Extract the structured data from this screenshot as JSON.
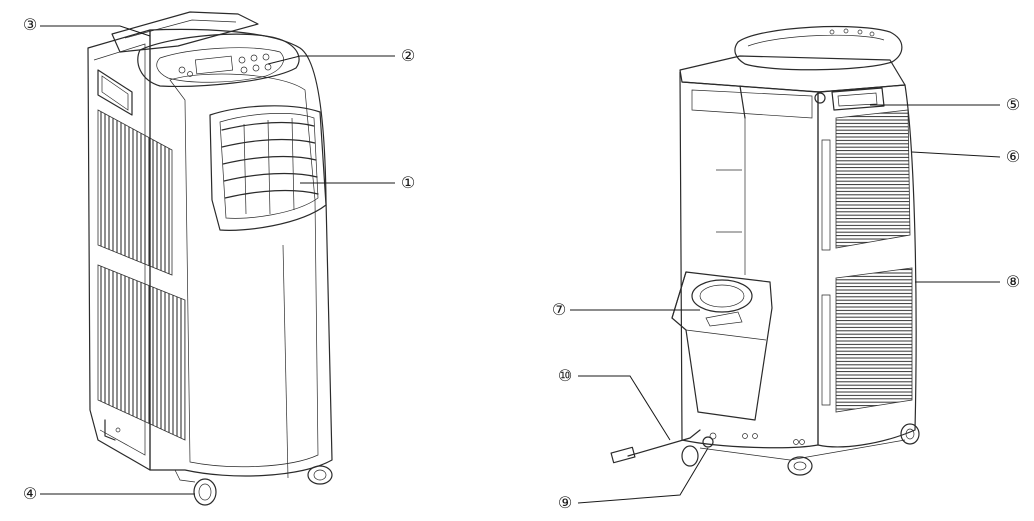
{
  "callouts": [
    {
      "id": "c3",
      "label": "③"
    },
    {
      "id": "c2",
      "label": "②"
    },
    {
      "id": "c1",
      "label": "①"
    },
    {
      "id": "c4",
      "label": "④"
    },
    {
      "id": "c5",
      "label": "⑤"
    },
    {
      "id": "c6",
      "label": "⑥"
    },
    {
      "id": "c8",
      "label": "⑧"
    },
    {
      "id": "c7",
      "label": "⑦"
    },
    {
      "id": "c10",
      "label": "⑩"
    },
    {
      "id": "c9",
      "label": "⑨"
    }
  ],
  "colors": {
    "line": "#2b2b2b",
    "background": "#ffffff"
  }
}
